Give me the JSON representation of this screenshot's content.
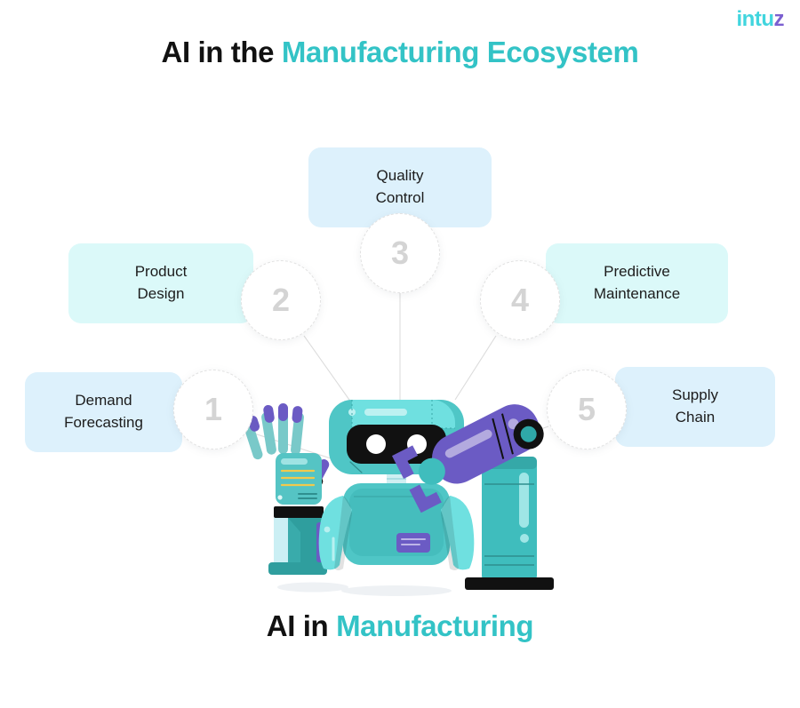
{
  "brand": {
    "logo_main": "intu",
    "logo_accent": "z",
    "accent_color": "#33C3C6",
    "purple_color": "#7B5FD0"
  },
  "header": {
    "title_plain": "AI in the ",
    "title_accent": "Manufacturing Ecosystem"
  },
  "footer": {
    "title_plain": "AI in ",
    "title_accent": "Manufacturing"
  },
  "diagram": {
    "nodes": [
      {
        "number": "1",
        "label_line1": "Demand",
        "label_line2": "Forecasting",
        "tone": "blue"
      },
      {
        "number": "2",
        "label_line1": "Product",
        "label_line2": "Design",
        "tone": "mint"
      },
      {
        "number": "3",
        "label_line1": "Quality",
        "label_line2": "Control",
        "tone": "blue"
      },
      {
        "number": "4",
        "label_line1": "Predictive",
        "label_line2": "Maintenance",
        "tone": "mint"
      },
      {
        "number": "5",
        "label_line1": "Supply",
        "label_line2": "Chain",
        "tone": "blue"
      }
    ]
  },
  "illustration": {
    "name": "ai-manufacturing-robots-illustration",
    "parts": [
      "robotic-hand",
      "humanoid-robot",
      "industrial-robot-arm"
    ],
    "teal": "#45C6C6",
    "teal_dark": "#35A8A8",
    "teal_light": "#6FE0E0",
    "purple": "#6B5BC4",
    "purple_light": "#B3AADF",
    "dark": "#111111"
  }
}
